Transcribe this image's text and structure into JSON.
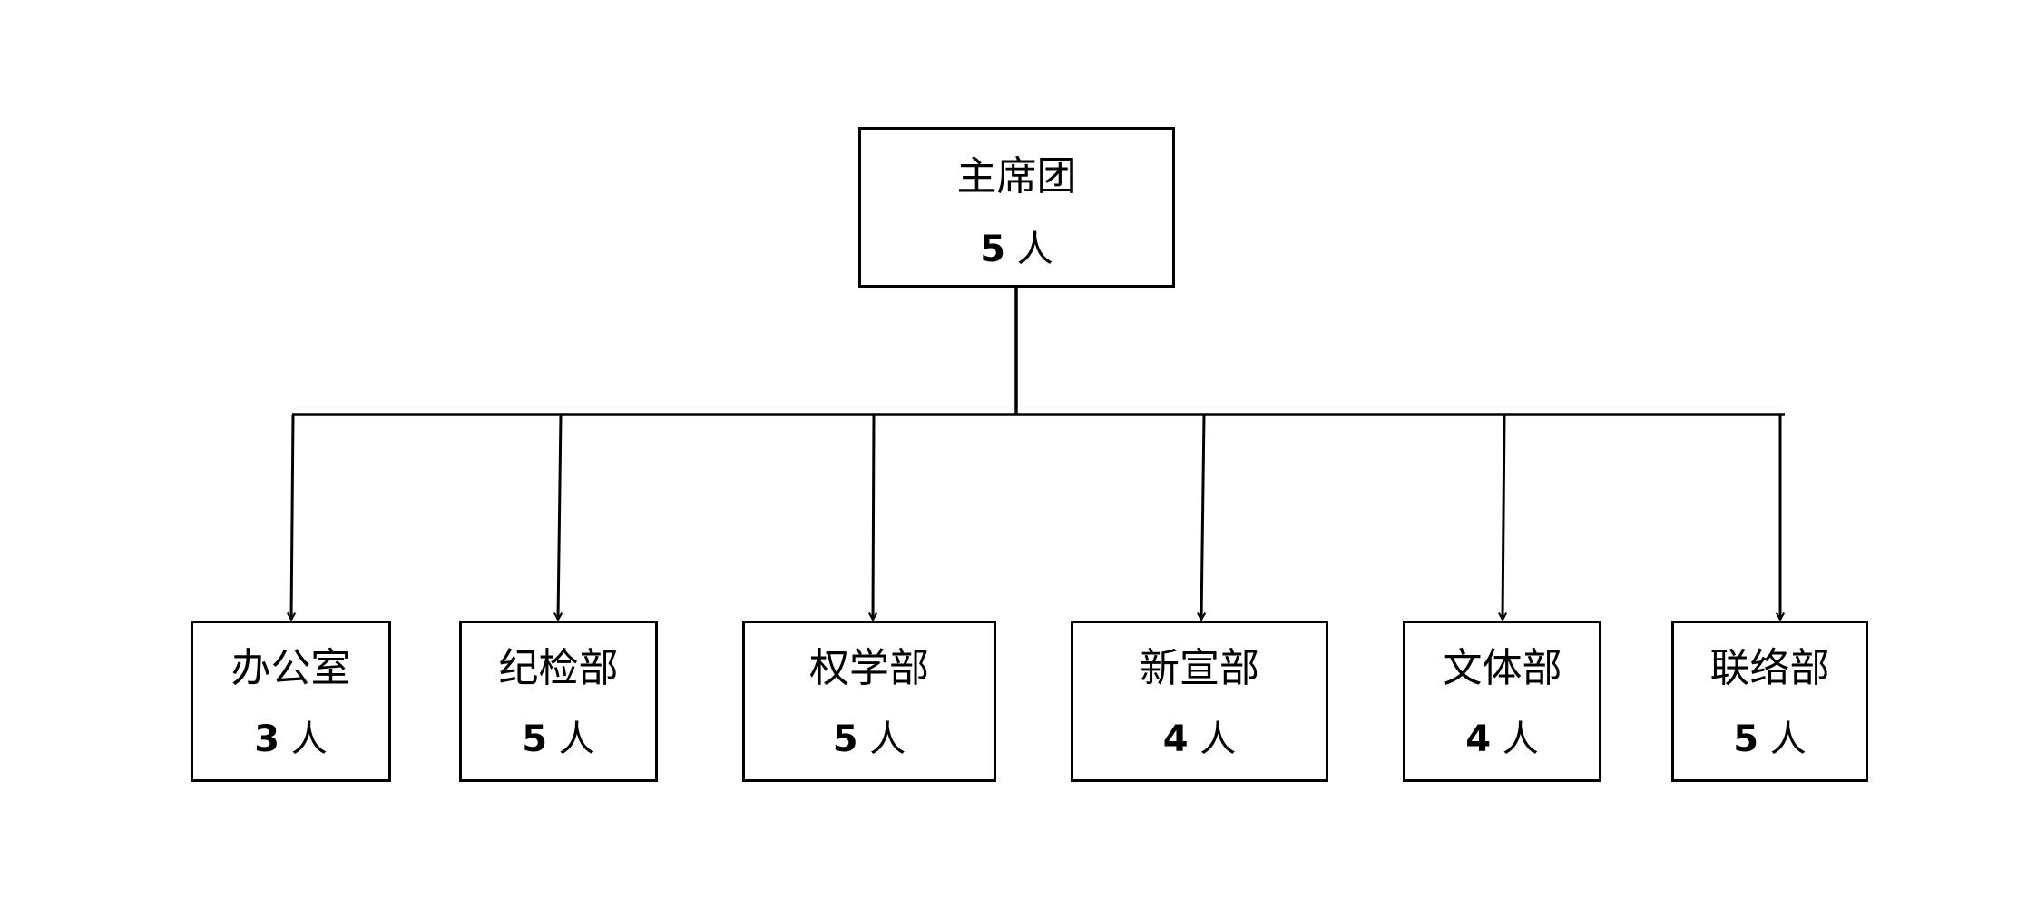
{
  "root": {
    "name": "主席团",
    "count": "5",
    "unit": "人"
  },
  "departments": [
    {
      "name": "办公室",
      "count": "3",
      "unit": "人"
    },
    {
      "name": "纪检部",
      "count": "5",
      "unit": "人"
    },
    {
      "name": "权学部",
      "count": "5",
      "unit": "人"
    },
    {
      "name": "新宣部",
      "count": "4",
      "unit": "人"
    },
    {
      "name": "文体部",
      "count": "4",
      "unit": "人"
    },
    {
      "name": "联络部",
      "count": "5",
      "unit": "人"
    }
  ]
}
